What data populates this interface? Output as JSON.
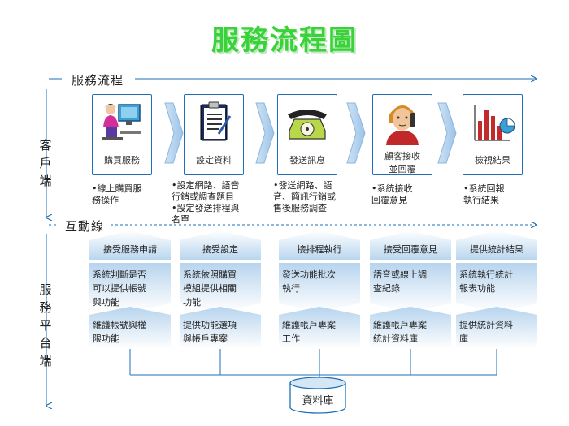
{
  "title": "服務流程圖",
  "labels": {
    "service_flow": "服務流程",
    "interaction_line": "互動線",
    "customer_side": [
      "客",
      "戶",
      "端"
    ],
    "platform_side": [
      "服",
      "務",
      "平",
      "台",
      "端"
    ]
  },
  "steps": [
    {
      "name": "購買服務",
      "icon": "computer-user-icon",
      "desc": [
        "•線上購買服",
        "務操作"
      ]
    },
    {
      "name": "設定資料",
      "icon": "clipboard-icon",
      "desc": [
        "•設定網路、語音",
        "行銷或調查題目",
        "•設定發送排程與",
        "名單"
      ]
    },
    {
      "name": "發送訊息",
      "icon": "telephone-icon",
      "desc": [
        "•發送網路、語",
        "音、簡訊行銷或",
        "售後服務調查"
      ]
    },
    {
      "name": "顧客接收並回覆",
      "name_lines": [
        "顧客接收",
        "並回覆"
      ],
      "icon": "customer-phone-icon",
      "desc": [
        "•系統接收",
        "回覆意見"
      ]
    },
    {
      "name": "檢視結果",
      "icon": "bar-chart-icon",
      "desc": [
        "•系統回報",
        "執行結果"
      ]
    }
  ],
  "platform": [
    {
      "header": "接受服務申請",
      "mid": [
        "系統判斷是否",
        "可以提供帳號",
        "與功能"
      ],
      "low": [
        "維護帳號與權",
        "限功能"
      ]
    },
    {
      "header": "接受設定",
      "mid": [
        "系統依照購買",
        "模組提供相關",
        "功能"
      ],
      "low": [
        "提供功能選項",
        "與帳戶專案"
      ]
    },
    {
      "header": "接排程執行",
      "mid": [
        "發送功能批次",
        "執行"
      ],
      "low": [
        "維護帳戶專案",
        "工作"
      ]
    },
    {
      "header": "接受回覆意見",
      "mid": [
        "語音或線上調",
        "查紀錄"
      ],
      "low": [
        "維護帳戶專案",
        "統計資料庫"
      ]
    },
    {
      "header": "提供統計結果",
      "mid": [
        "系統執行統計",
        "報表功能"
      ],
      "low": [
        "提供統計資料",
        "庫"
      ]
    }
  ],
  "database": "資料庫",
  "colors": {
    "title": "#39d239",
    "line": "#1e6fb8",
    "shape_top": "#b7d4ee",
    "shape_bottom": "#ffffff"
  }
}
